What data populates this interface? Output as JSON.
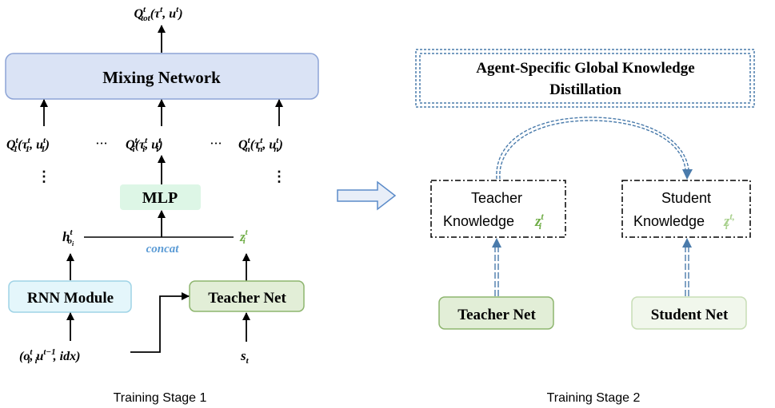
{
  "stage1": {
    "output": {
      "Q": "Q",
      "sup": "t",
      "sub": "tot",
      "args": "(τ",
      "args_sup": "t",
      "args_mid": ", u",
      "args_sup2": "t",
      "args_end": ")"
    },
    "mixing_network": "Mixing Network",
    "q1": {
      "Q": "Q",
      "sup": "t",
      "sub": "1",
      "open": "(τ",
      "tau_sup": "t",
      "tau_sub": "1",
      "comma": ", u",
      "u_sup": "t",
      "u_sub": "1",
      "close": ")"
    },
    "qi": {
      "Q": "Q",
      "sup": "t",
      "sub": "i",
      "open": "(τ",
      "tau_sup": "t",
      "tau_sub": "i",
      "comma": ", u",
      "u_sup": "t",
      "u_sub": "i",
      "close": ")"
    },
    "qn": {
      "Q": "Q",
      "sup": "t",
      "sub": "n",
      "open": "(τ",
      "tau_sup": "t",
      "tau_sub": "n",
      "comma": ", u",
      "u_sup": "t",
      "u_sub": "n",
      "close": ")"
    },
    "hdots": "···",
    "vdots": "⋮",
    "mlp": "MLP",
    "h": {
      "base": "h",
      "sup": "t",
      "sub": "o",
      "subsub": "i"
    },
    "concat": "concat",
    "z": {
      "base": "z",
      "sup": "t",
      "sub": "i"
    },
    "rnn_module": "RNN Module",
    "teacher_net": "Teacher Net",
    "input": {
      "open": "(o",
      "o_sup": "t",
      "o_sub": "i",
      "mid": ", u",
      "u_sup": "t−1",
      "u_sub": "i",
      "end": ", idx)"
    },
    "state": {
      "base": "s",
      "sub": "t"
    },
    "caption": "Training Stage 1"
  },
  "stage2": {
    "distill_line1": "Agent-Specific Global Knowledge",
    "distill_line2": "Distillation",
    "teacher_knowledge_line1": "Teacher",
    "teacher_knowledge_line2": "Knowledge",
    "teacher_z": {
      "base": "z",
      "sup": "t",
      "sub": "i"
    },
    "student_knowledge_line1": "Student",
    "student_knowledge_line2": "Knowledge",
    "student_z": {
      "base": "z",
      "sup": "t,",
      "sub": "i"
    },
    "teacher_net": "Teacher Net",
    "student_net": "Student Net",
    "caption": "Training Stage 2"
  },
  "colors": {
    "mixing_fill": "#dae3f5",
    "mixing_stroke": "#8da4d6",
    "mlp_fill": "#ddf6e6",
    "rnn_fill": "#e4f6fb",
    "rnn_stroke": "#9fd3e6",
    "teacher_fill": "#e2eed7",
    "teacher_stroke": "#8db56e",
    "student_fill": "#f1f7ec",
    "student_stroke": "#c7ddb5",
    "concat_text": "#5b9bd5",
    "z_green": "#70ad47",
    "z_light_green": "#a9d18e",
    "arrow_blue": "#4a7bab",
    "distill_stroke": "#4a7bab"
  }
}
